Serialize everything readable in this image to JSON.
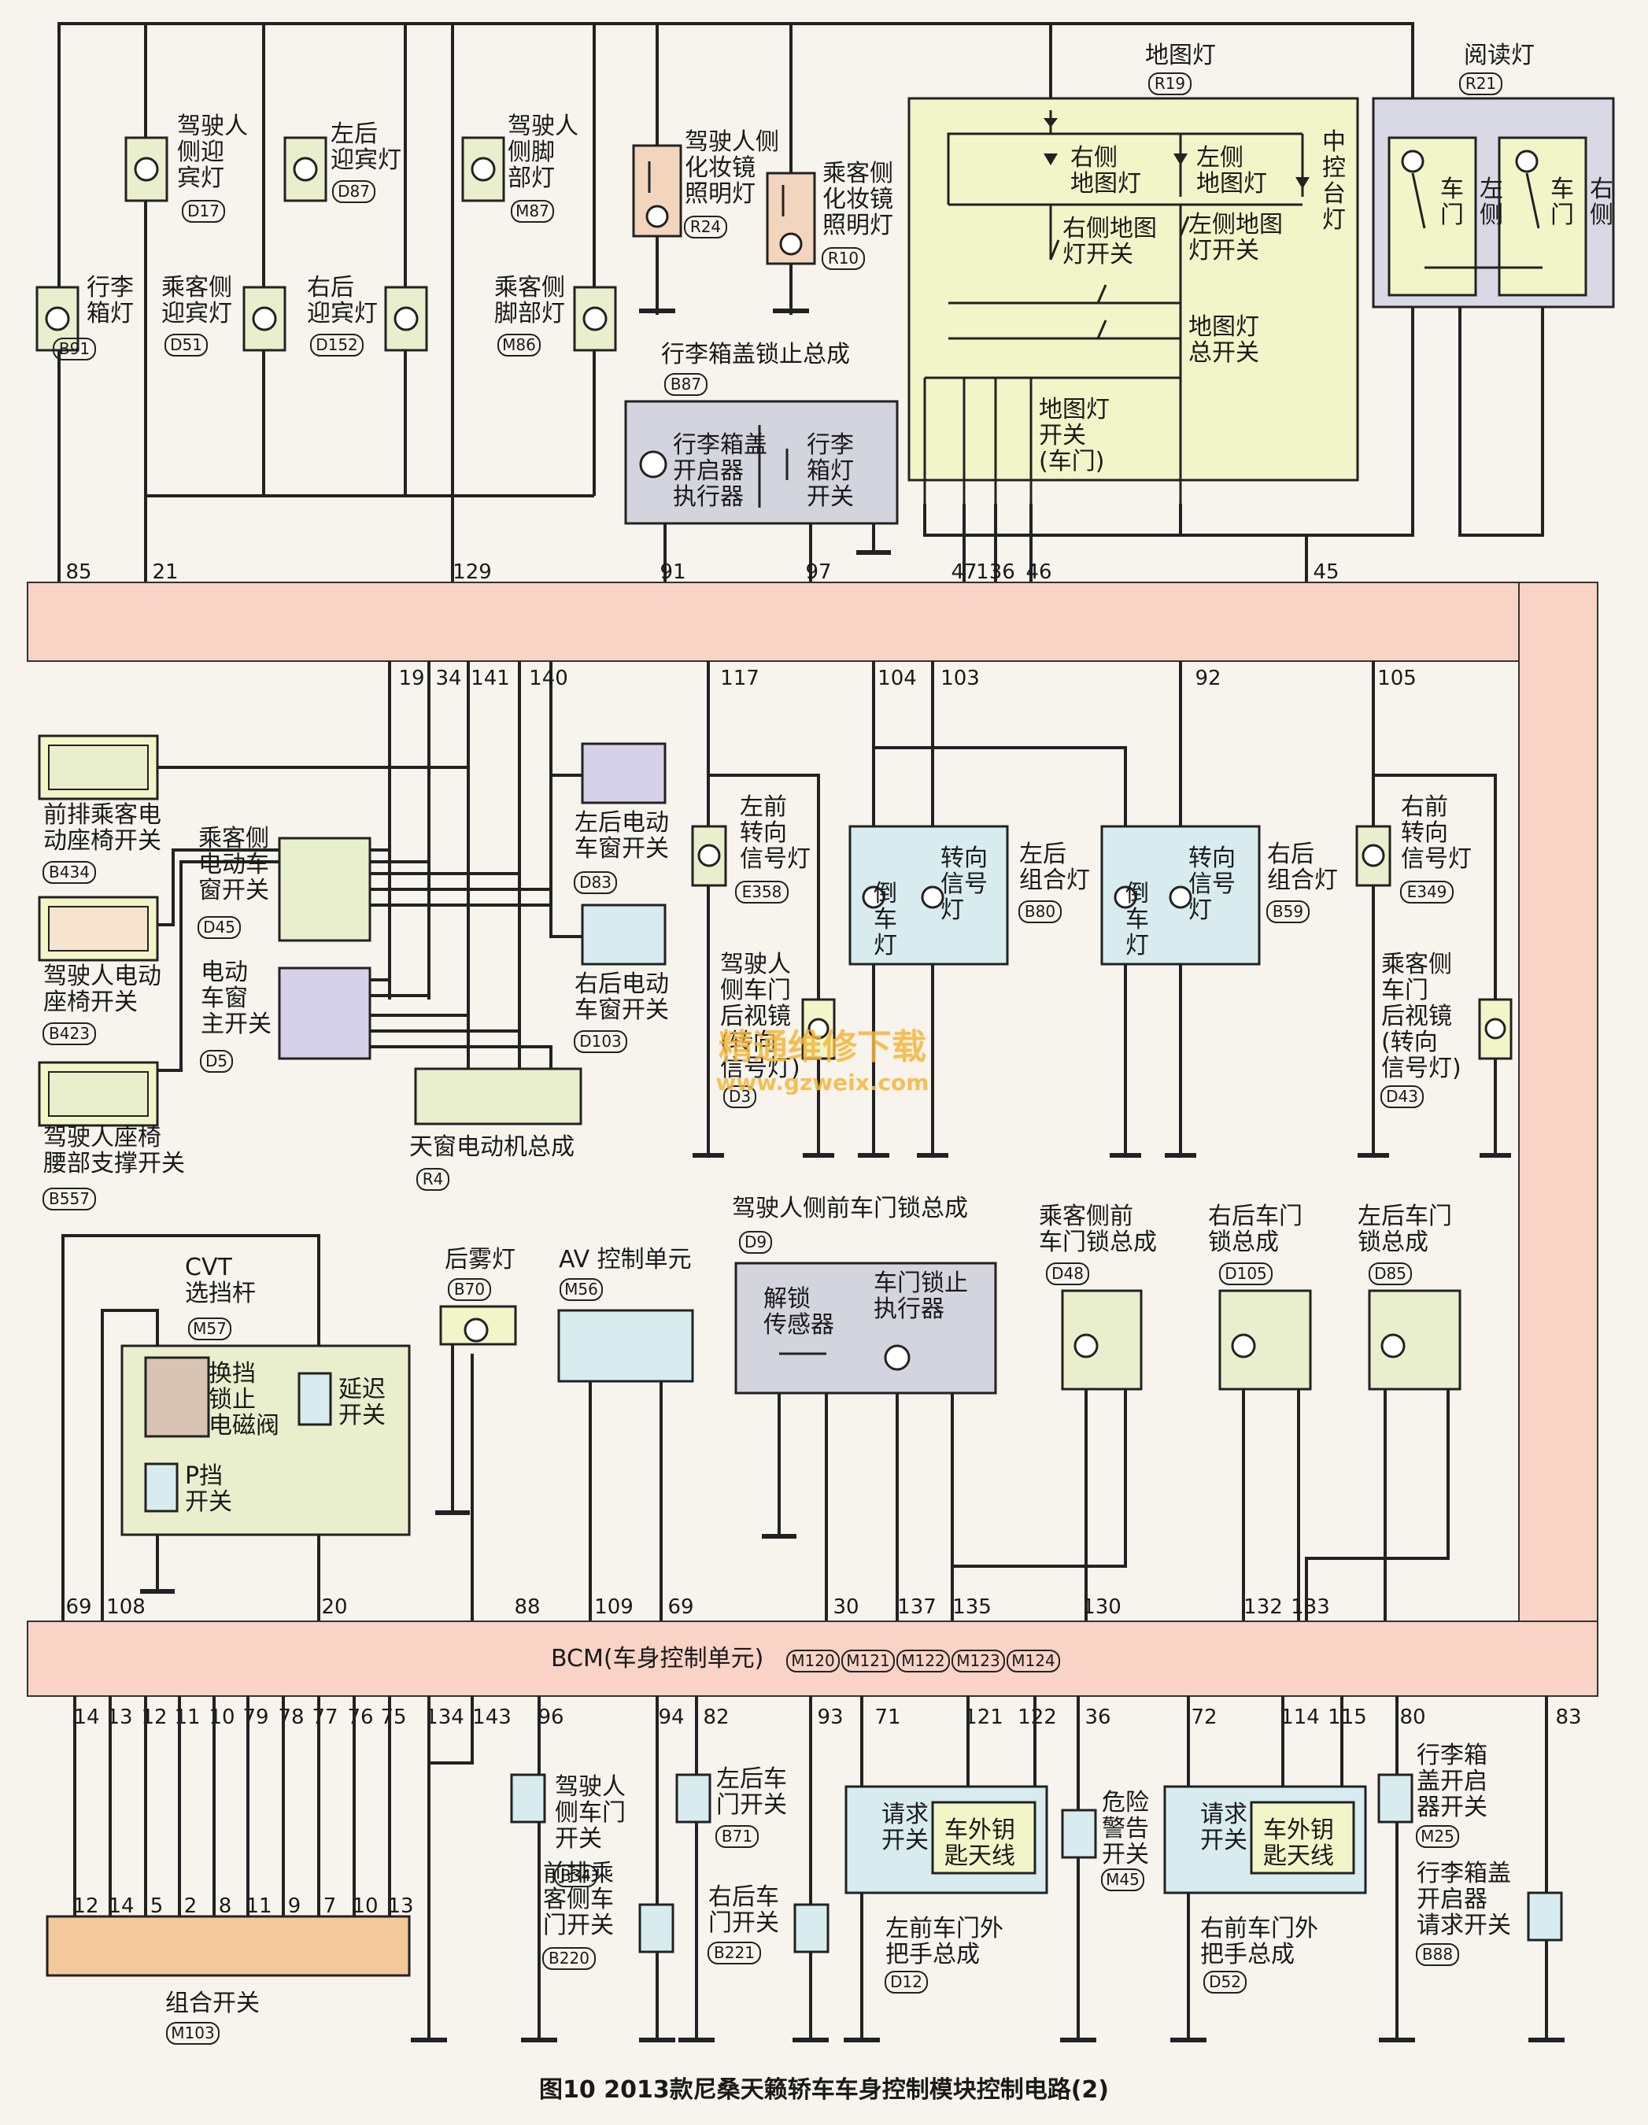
{
  "colors": {
    "bus": "#f8d3c6",
    "lamp_fill": "#e9efcc",
    "map_light_box": "#f2f5c8",
    "reading_box": "#d9d9e6",
    "blue_box": "#d8ecef",
    "grey_box": "#d4d4de",
    "purple_box": "#d5d1e8",
    "orange_box": "#f3c89a"
  },
  "title": "图10  2013款尼桑天籁轿车车身控制模块控制电路(2)",
  "watermark": {
    "line1": "精通维修下载",
    "line2": "www.gzweix.com"
  },
  "bus_top": {
    "pins": [
      "85",
      "21",
      "129",
      "91",
      "97",
      "47",
      "136",
      "46",
      "45"
    ]
  },
  "bus_mid": {
    "pins": [
      "19",
      "34",
      "141",
      "140",
      "117",
      "104",
      "103",
      "92",
      "105"
    ]
  },
  "bcm": {
    "label": "BCM(车身控制单元)",
    "codes": [
      "M120",
      "M121",
      "M122",
      "M123",
      "M124"
    ],
    "pins_top": [
      "69",
      "108",
      "20",
      "88",
      "109",
      "69",
      "30",
      "137",
      "135",
      "130",
      "132",
      "133"
    ],
    "pins_bottom": [
      "14",
      "13",
      "12",
      "11",
      "10",
      "79",
      "78",
      "77",
      "76",
      "75",
      "134",
      "143",
      "96",
      "94",
      "82",
      "93",
      "71",
      "121",
      "122",
      "36",
      "72",
      "114",
      "115",
      "80",
      "83"
    ]
  },
  "components": {
    "trunk_lamp": {
      "name": "行李\n箱灯",
      "code": "B91"
    },
    "driver_welcome": {
      "name": "驾驶人\n侧迎\n宾灯",
      "code": "D17"
    },
    "pass_welcome": {
      "name": "乘客侧\n迎宾灯",
      "code": "D51"
    },
    "left_rear_welcome": {
      "name": "左后\n迎宾灯",
      "code": "D87"
    },
    "right_rear_welcome": {
      "name": "右后\n迎宾灯",
      "code": "D152"
    },
    "driver_foot": {
      "name": "驾驶人\n侧脚\n部灯",
      "code": "M87"
    },
    "pass_foot": {
      "name": "乘客侧\n脚部灯",
      "code": "M86"
    },
    "driver_vanity": {
      "name": "驾驶人侧\n化妆镜\n照明灯",
      "code": "R24"
    },
    "pass_vanity": {
      "name": "乘客侧\n化妆镜\n照明灯",
      "code": "R10"
    },
    "trunk_lock": {
      "name": "行李箱盖锁止总成",
      "code": "B87",
      "actuator": "行李箱盖\n开启器\n执行器",
      "switch": "行李\n箱灯\n开关"
    },
    "map_light": {
      "name": "地图灯",
      "code": "R19",
      "right_map": "右侧\n地图灯",
      "left_map": "左侧\n地图灯",
      "center": "中\n控\n台\n灯",
      "right_switch": "右侧地图\n灯开关",
      "left_switch": "左侧地图\n灯开关",
      "main_switch": "地图灯\n总开关",
      "door_switch": "地图灯\n开关\n(车门)"
    },
    "reading_light": {
      "name": "阅读灯",
      "code": "R21",
      "left_door": "车\n门",
      "left_side": "左\n侧",
      "right_door": "车\n门",
      "right_side": "右\n侧"
    },
    "front_pass_seat": {
      "name": "前排乘客电\n动座椅开关",
      "code": "B434"
    },
    "driver_seat": {
      "name": "驾驶人电动\n座椅开关",
      "code": "B423"
    },
    "lumbar": {
      "name": "驾驶人座椅\n腰部支撑开关",
      "code": "B557"
    },
    "pass_window": {
      "name": "乘客侧\n电动车\n窗开关",
      "code": "D45"
    },
    "main_window": {
      "name": "电动\n车窗\n主开关",
      "code": "D5"
    },
    "lr_window": {
      "name": "左后电动\n车窗开关",
      "code": "D83"
    },
    "rr_window": {
      "name": "右后电动\n车窗开关",
      "code": "D103"
    },
    "sunroof": {
      "name": "天窗电动机总成",
      "code": "R4"
    },
    "lf_turn": {
      "name": "左前\n转向\n信号灯",
      "code": "E358"
    },
    "driver_mirror": {
      "name": "驾驶人\n侧车门\n后视镜\n(转向\n信号灯)",
      "code": "D3"
    },
    "lr_combo": {
      "name": "左后\n组合灯",
      "code": "B80",
      "reverse": "倒\n车\n灯",
      "turn": "转向\n信号\n灯"
    },
    "rr_combo": {
      "name": "右后\n组合灯",
      "code": "B59",
      "reverse": "倒\n车\n灯",
      "turn": "转向\n信号\n灯"
    },
    "rf_turn": {
      "name": "右前\n转向\n信号灯",
      "code": "E349"
    },
    "pass_mirror": {
      "name": "乘客侧\n车门\n后视镜\n(转向\n信号灯)",
      "code": "D43"
    },
    "cvt": {
      "name": "CVT\n选挡杆",
      "code": "M57",
      "solenoid": "换挡\n锁止\n电磁阀",
      "delay": "延迟\n开关",
      "park": "P挡\n开关"
    },
    "rear_fog": {
      "name": "后雾灯",
      "code": "B70"
    },
    "av_unit": {
      "name": "AV 控制单元",
      "code": "M56"
    },
    "driver_door_lock": {
      "name": "驾驶人侧前车门锁总成",
      "code": "D9",
      "sensor": "解锁\n传感器",
      "actuator": "车门锁止\n执行器"
    },
    "pass_door_lock": {
      "name": "乘客侧前\n车门锁总成",
      "code": "D48"
    },
    "rr_door_lock": {
      "name": "右后车门\n锁总成",
      "code": "D105"
    },
    "lr_door_lock": {
      "name": "左后车门\n锁总成",
      "code": "D85"
    },
    "combo_switch": {
      "name": "组合开关",
      "code": "M103",
      "pins": [
        "12",
        "14",
        "5",
        "2",
        "8",
        "11",
        "9",
        "7",
        "10",
        "13"
      ]
    },
    "driver_door_sw": {
      "name": "驾驶人\n侧车门\n开关",
      "code": "B34"
    },
    "front_pass_door_sw": {
      "name": "前排乘\n客侧车\n门开关",
      "code": "B220"
    },
    "lr_door_sw": {
      "name": "左后车\n门开关",
      "code": "B71"
    },
    "rr_door_sw": {
      "name": "右后车\n门开关",
      "code": "B221"
    },
    "lf_handle": {
      "name": "左前车门外\n把手总成",
      "code": "D12",
      "request": "请求\n开关",
      "antenna": "车外钥\n匙天线"
    },
    "hazard": {
      "name": "危险\n警告\n开关",
      "code": "M45"
    },
    "rf_handle": {
      "name": "右前车门外\n把手总成",
      "code": "D52",
      "request": "请求\n开关",
      "antenna": "车外钥\n匙天线"
    },
    "trunk_opener_sw": {
      "name": "行李箱\n盖开启\n器开关",
      "code": "M25"
    },
    "trunk_request_sw": {
      "name": "行李箱盖\n开启器\n请求开关",
      "code": "B88"
    }
  }
}
